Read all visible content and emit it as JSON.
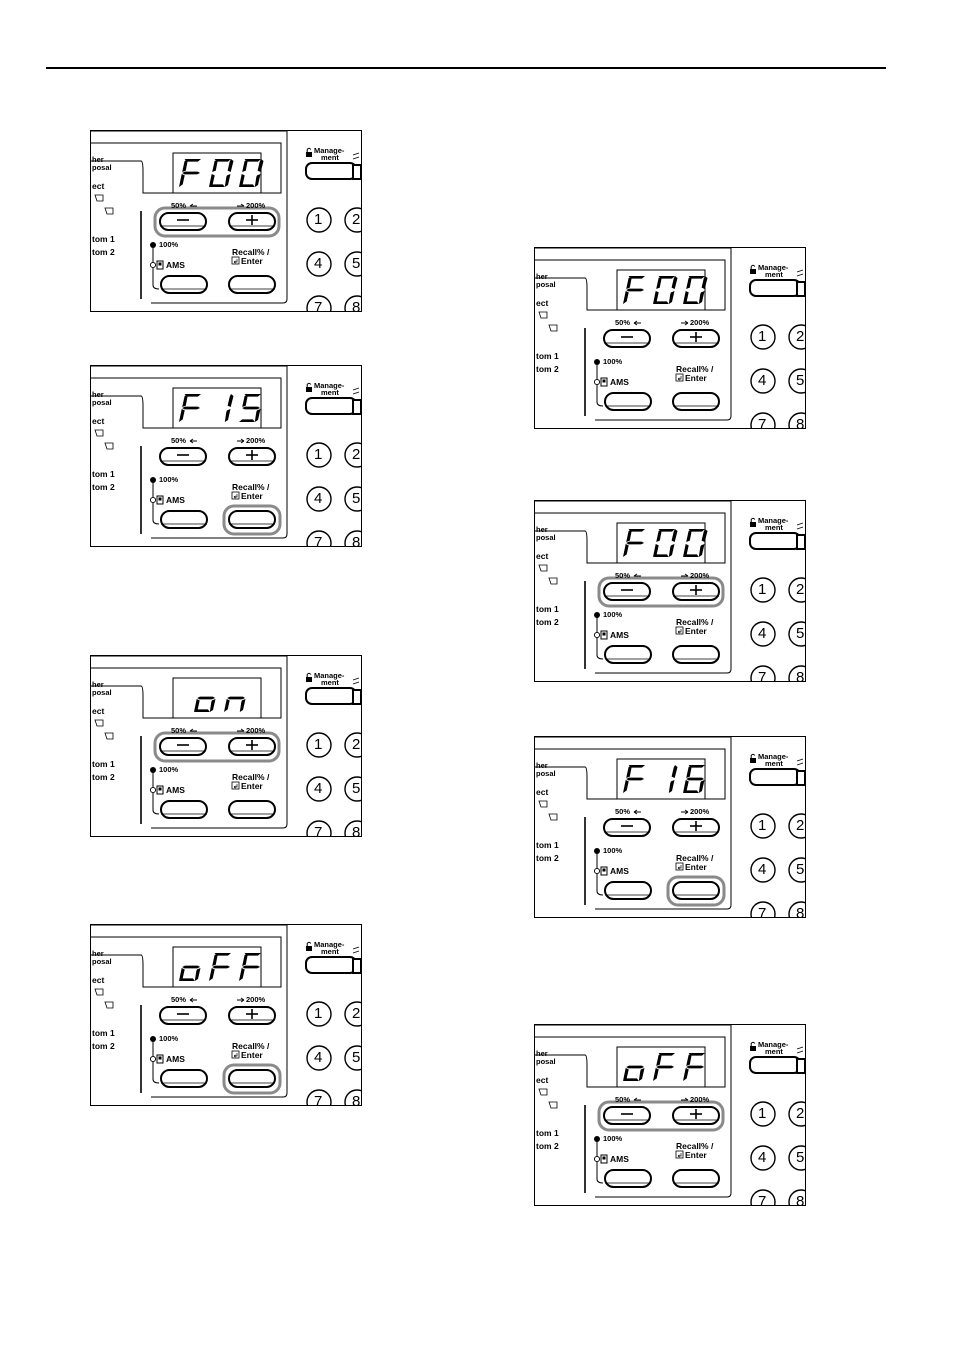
{
  "labels": {
    "other_proposal_1": "her",
    "other_proposal_2": "posal",
    "select": "ect",
    "bottom1": "tom 1",
    "bottom2": "tom 2",
    "pct100": "100%",
    "ams": "AMS",
    "zoom_down": "50%",
    "zoom_up": "200%",
    "recall_1": "Recall% /",
    "recall_2": "Enter",
    "management_1": "Manage-",
    "management_2": "ment",
    "key1": "1",
    "key2": "2",
    "key4": "4",
    "key5": "5",
    "key7": "7",
    "key8": "8"
  },
  "panels": [
    {
      "id": "p1",
      "display": "F00",
      "highlight": "plusminus"
    },
    {
      "id": "p2",
      "display": "F15",
      "highlight": "enter"
    },
    {
      "id": "p3",
      "display": "on",
      "highlight": "plusminus"
    },
    {
      "id": "p4",
      "display": "oFF",
      "highlight": "enter"
    },
    {
      "id": "p5",
      "display": "F00",
      "highlight": "none"
    },
    {
      "id": "p6",
      "display": "F00",
      "highlight": "plusminus"
    },
    {
      "id": "p7",
      "display": "F16",
      "highlight": "enter"
    },
    {
      "id": "p8",
      "display": "oFF",
      "highlight": "plusminus"
    }
  ],
  "colors": {
    "highlight": "#8a8a8a",
    "ink": "#000000"
  }
}
